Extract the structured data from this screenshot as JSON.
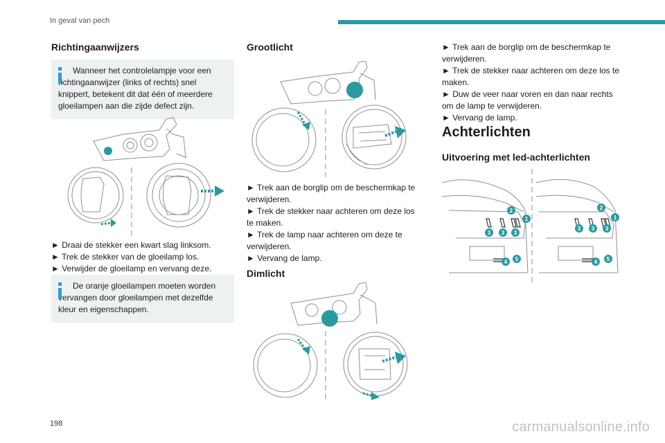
{
  "header": {
    "section": "In geval van pech"
  },
  "page_number": "198",
  "watermark": "carmanualsonline.info",
  "colors": {
    "accent": "#2a9aa0",
    "info": "#3a97d3",
    "note_bg": "#eef1f2"
  },
  "col1": {
    "title": "Richtingaanwijzers",
    "note1": "Wanneer het controlelampje voor een richtingaanwijzer (links of rechts) snel knippert, betekent dit dat één of meerdere gloeilampen aan die zijde defect zijn.",
    "steps": [
      "► Draai de stekker een kwart slag linksom.",
      "► Trek de stekker van de gloeilamp los.",
      "► Verwijder de gloeilamp en vervang deze."
    ],
    "note2": "De oranje gloeilampen moeten worden vervangen door gloeilampen met dezelfde kleur en eigenschappen."
  },
  "col2": {
    "title1": "Grootlicht",
    "steps1": [
      "► Trek aan de borglip om de beschermkap te verwijderen.",
      "► Trek de stekker naar achteren om deze los te maken.",
      "► Trek de lamp naar achteren om deze te verwijderen.",
      "► Vervang de lamp."
    ],
    "title2": "Dimlicht"
  },
  "col3": {
    "steps": [
      "► Trek aan de borglip om de beschermkap te verwijderen.",
      "► Trek de stekker naar achteren om deze los te maken.",
      "► Duw de veer naar voren en dan naar rechts om de lamp te verwijderen.",
      "► Vervang de lamp."
    ],
    "heading": "Achterlichten",
    "subheading": "Uitvoering met led-achterlichten",
    "callouts": [
      "1",
      "2",
      "3",
      "4",
      "5"
    ]
  }
}
